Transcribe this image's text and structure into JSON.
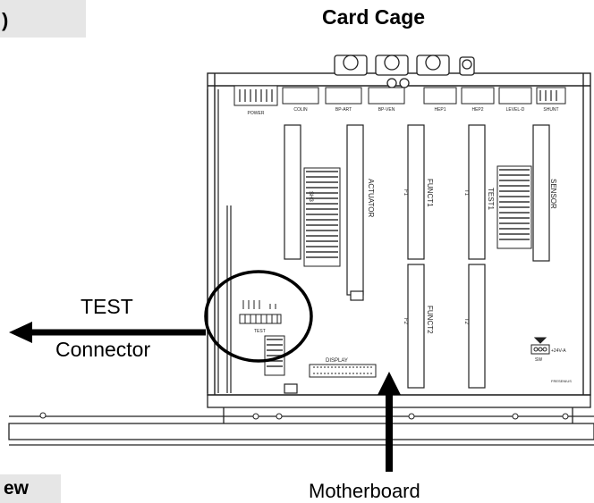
{
  "tabs": {
    "top": ")",
    "bottom": "ew"
  },
  "title": "Card Cage",
  "callouts": {
    "test": "TEST",
    "connector": "Connector",
    "motherboard": "Motherboard"
  },
  "header_connectors": [
    "POWER",
    "COLIN",
    "BP-ART",
    "BP-VEN",
    "HEP1",
    "HEP2",
    "LEVEL-D",
    "SHUNT"
  ],
  "card_slots": [
    "ACTUATOR",
    "FUNCT1",
    "FUNCT2",
    "SENSOR",
    "TEST1"
  ],
  "slot_codes": [
    "F1",
    "F2",
    "T1",
    "T2",
    "SH3"
  ],
  "board_labels": {
    "test_header": "TEST",
    "display": "DISPLAY",
    "power_in": "+24V-A",
    "switch": "SW",
    "manufacturer": "FRESENIUS"
  },
  "colors": {
    "tab_background": "#e6e6e6",
    "arrow": "#000000",
    "drawing": "#222222"
  }
}
